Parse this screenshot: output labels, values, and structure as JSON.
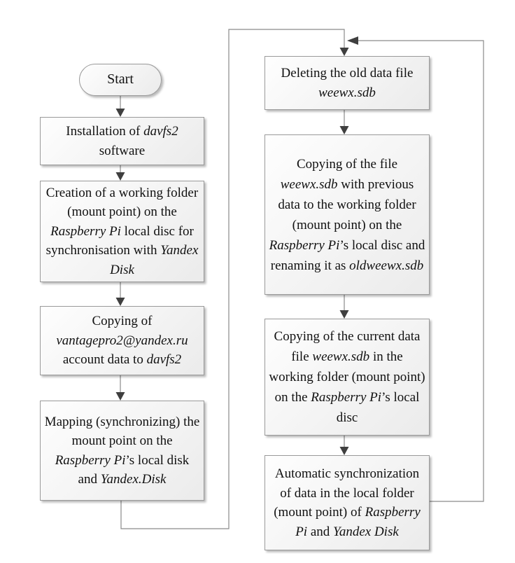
{
  "diagram": {
    "type": "flowchart",
    "start": {
      "label": "Start"
    },
    "nodes": [
      {
        "id": "install-davfs2",
        "segments": [
          {
            "t": "Installation of ",
            "i": false
          },
          {
            "t": "davfs2",
            "i": true
          },
          {
            "t": " software",
            "i": false
          }
        ]
      },
      {
        "id": "create-working-folder",
        "segments": [
          {
            "t": "Creation of a working folder (mount point) on the ",
            "i": false
          },
          {
            "t": "Raspberry Pi",
            "i": true
          },
          {
            "t": " local disc for synchronisation with ",
            "i": false
          },
          {
            "t": "Yandex Disk",
            "i": true
          }
        ]
      },
      {
        "id": "copy-account-data",
        "segments": [
          {
            "t": "Copying of ",
            "i": false
          },
          {
            "t": "vantagepro2@yandex.ru",
            "i": true
          },
          {
            "t": " account data to ",
            "i": false
          },
          {
            "t": "davfs2",
            "i": true
          }
        ]
      },
      {
        "id": "map-mount-point",
        "segments": [
          {
            "t": "Mapping (synchronizing) the mount point on the ",
            "i": false
          },
          {
            "t": "Raspberry Pi",
            "i": true
          },
          {
            "t": "’s local disk and ",
            "i": false
          },
          {
            "t": "Yandex.Disk",
            "i": true
          }
        ]
      },
      {
        "id": "delete-old-data-file",
        "segments": [
          {
            "t": "Deleting the old data file ",
            "i": false
          },
          {
            "t": "weewx.sdb",
            "i": true
          }
        ]
      },
      {
        "id": "copy-previous-data",
        "segments": [
          {
            "t": "Copying of the file ",
            "i": false
          },
          {
            "t": "weewx.sdb",
            "i": true
          },
          {
            "t": " with previous data to the working folder (mount point) on the ",
            "i": false
          },
          {
            "t": "Raspberry Pi",
            "i": true
          },
          {
            "t": "’s local disc and renaming it as ",
            "i": false
          },
          {
            "t": "oldweewx.sdb",
            "i": true
          }
        ]
      },
      {
        "id": "copy-current-data",
        "segments": [
          {
            "t": "Copying of the current data file ",
            "i": false
          },
          {
            "t": "weewx.sdb",
            "i": true
          },
          {
            "t": " in the working folder (mount point) on the ",
            "i": false
          },
          {
            "t": "Raspberry Pi",
            "i": true
          },
          {
            "t": "’s local disc",
            "i": false
          }
        ]
      },
      {
        "id": "auto-sync",
        "segments": [
          {
            "t": "Automatic synchronization of data in the local folder (mount point) of ",
            "i": false
          },
          {
            "t": "Raspberry Pi",
            "i": true
          },
          {
            "t": " and ",
            "i": false
          },
          {
            "t": "Yandex Disk",
            "i": true
          }
        ]
      }
    ],
    "edges": [
      {
        "from": "start",
        "to": "install-davfs2"
      },
      {
        "from": "install-davfs2",
        "to": "create-working-folder"
      },
      {
        "from": "create-working-folder",
        "to": "copy-account-data"
      },
      {
        "from": "copy-account-data",
        "to": "map-mount-point"
      },
      {
        "from": "map-mount-point",
        "to": "delete-old-data-file"
      },
      {
        "from": "delete-old-data-file",
        "to": "copy-previous-data"
      },
      {
        "from": "copy-previous-data",
        "to": "copy-current-data"
      },
      {
        "from": "copy-current-data",
        "to": "auto-sync"
      },
      {
        "from": "auto-sync",
        "to": "delete-old-data-file",
        "type": "feedback-loop"
      }
    ]
  },
  "colors": {
    "background": "#ffffff",
    "box_fill_start": "#fefefe",
    "box_fill_end": "#ebebeb",
    "box_border": "#9a9a9a",
    "connector": "#8a8a8a",
    "arrowhead": "#3f3f3f",
    "text": "#111111"
  }
}
